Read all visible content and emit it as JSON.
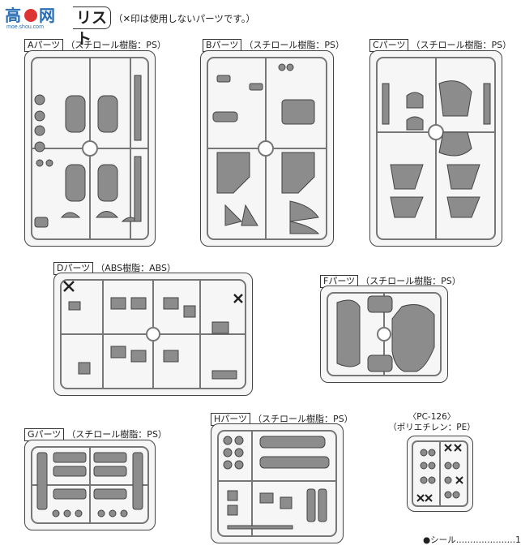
{
  "header": {
    "logo_text": "高●网",
    "logo_sub": "moe.shou.com",
    "title": "リスト",
    "note": "（✕印は使用しないパーツです。）"
  },
  "sections": [
    {
      "id": "A",
      "tag": "Aパーツ",
      "material": "（スチロール樹脂：PS）"
    },
    {
      "id": "B",
      "tag": "Bパーツ",
      "material": "（スチロール樹脂：PS）"
    },
    {
      "id": "C",
      "tag": "Cパーツ",
      "material": "（スチロール樹脂：PS）"
    },
    {
      "id": "D",
      "tag": "Dパーツ",
      "material": "（ABS樹脂：ABS）"
    },
    {
      "id": "F",
      "tag": "Fパーツ",
      "material": "（スチロール樹脂：PS）"
    },
    {
      "id": "G",
      "tag": "Gパーツ",
      "material": "（スチロール樹脂：PS）"
    },
    {
      "id": "H",
      "tag": "Hパーツ",
      "material": "（スチロール樹脂：PS）"
    }
  ],
  "pe": {
    "line1": "〈PC-126〉",
    "line2": "（ポリエチレン：PE）"
  },
  "seal": "●シール…………………1",
  "colors": {
    "runner": "#7a7a7a",
    "part": "#8c8c8c",
    "frame": "#f6f6f6"
  }
}
